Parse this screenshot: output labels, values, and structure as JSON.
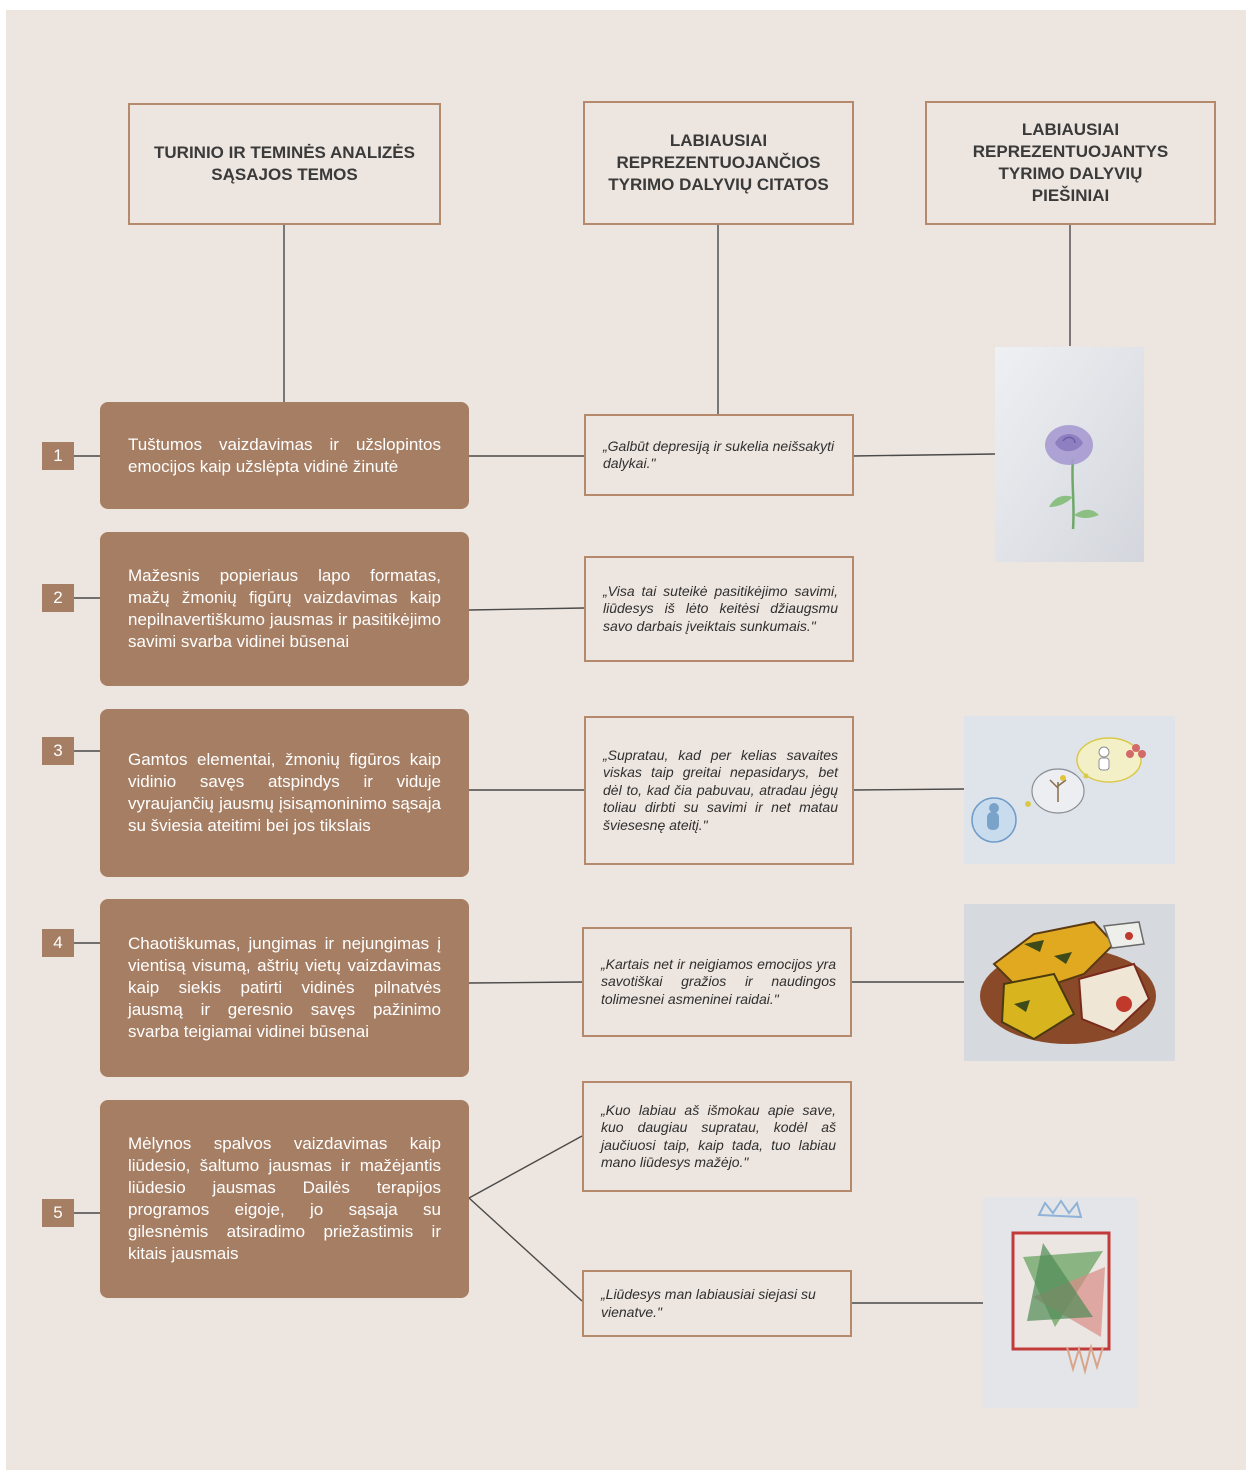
{
  "headers": {
    "themes": "TURINIO IR TEMINĖS ANALIZĖS SĄSAJOS TEMOS",
    "quotes": "LABIAUSIAI REPREZENTUOJANČIOS TYRIMO DALYVIŲ CITATOS",
    "drawings": "LABIAUSIAI REPREZENTUOJANTYS TYRIMO DALYVIŲ PIEŠINIAI"
  },
  "rows": [
    {
      "number": "1",
      "theme": "Tuštumos vaizdavimas ir užslopintos emocijos kaip užslėpta vidinė žinutė"
    },
    {
      "number": "2",
      "theme": "Mažesnis popieriaus lapo formatas, mažų žmonių figūrų vaizdavimas kaip nepilnavertiškumo jausmas ir pasitikėjimo savimi svarba vidinei būsenai"
    },
    {
      "number": "3",
      "theme": "Gamtos elementai, žmonių figūros kaip vidinio savęs atspindys ir viduje vyraujančių jausmų įsisąmoninimo sąsaja su šviesia ateitimi bei jos tikslais"
    },
    {
      "number": "4",
      "theme": "Chaotiškumas, jungimas ir nejungimas į vientisą visumą, aštrių vietų vaizdavimas kaip siekis patirti vidinės pilnatvės jausmą ir geresnio savęs pažinimo svarba teigiamai vidinei būsenai"
    },
    {
      "number": "5",
      "theme": "Mėlynos spalvos vaizdavimas kaip liūdesio, šaltumo jausmas ir mažėjantis liūdesio jausmas Dailės terapijos programos eigoje, jo sąsaja su gilesnėmis atsiradimo priežastimis ir kitais jausmais"
    }
  ],
  "quotes": [
    "„Galbūt depresiją ir sukelia neišsakyti dalykai.\"",
    "„Visa tai suteikė pasitikėjimo savimi, liūdesys iš lėto keitėsi džiaugsmu savo darbais įveiktais sunkumais.\"",
    "„Supratau, kad per kelias savaites viskas taip greitai nepasidarys, bet dėl to, kad čia pabuvau, atradau jėgų toliau dirbti su savimi ir net matau šviesesnę ateitį.\"",
    "„Kartais net ir neigiamos emocijos yra savotiškai gražios ir naudingos tolimesnei asmeninei raidai.\"",
    "„Kuo labiau aš išmokau apie save, kuo daugiau supratau, kodėl aš jaučiuosi taip, kaip tada, tuo labiau mano liūdesys mažėjo.\"",
    "„Liūdesys man labiausiai siejasi su vienatve.\""
  ],
  "drawings": [
    "purple-rose-drawing",
    "thought-bubbles-figures-drawing",
    "chaotic-yellow-collage-drawing",
    "red-square-triangles-drawing"
  ],
  "colors": {
    "background": "#ede5df",
    "accent": "#a67e64",
    "border": "#b58a6c",
    "line": "#4a4a4a"
  }
}
